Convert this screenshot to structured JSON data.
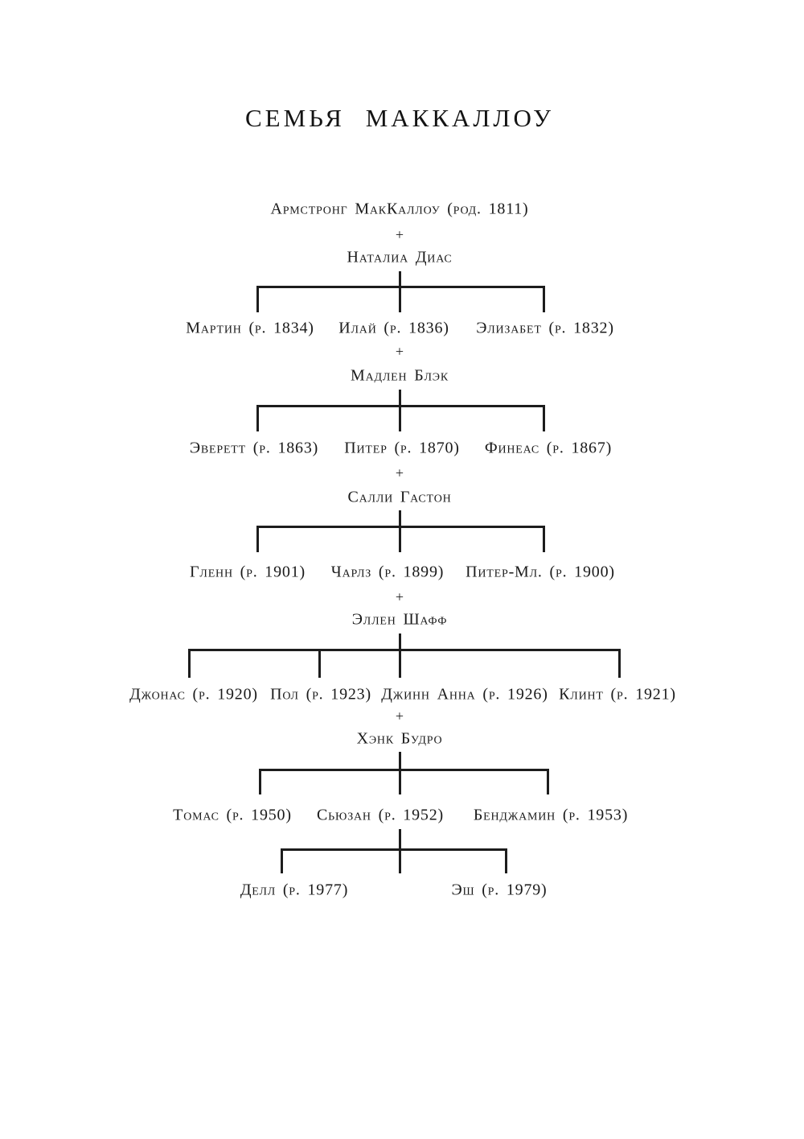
{
  "page": {
    "title": "СЕМЬЯ  МАККАЛЛОУ"
  },
  "plus": "+",
  "family": {
    "founder": "Армстронг МакКаллоу (род. 1811)",
    "founder_spouse": "Наталиа Диас",
    "generations": [
      {
        "children": [
          "Мартин (р. 1834)",
          "Илай (р. 1836)",
          "Элизабет (р. 1832)"
        ],
        "spouse": "Мадлен Блэк"
      },
      {
        "children": [
          "Эверетт (р. 1863)",
          "Питер (р. 1870)",
          "Финеас (р. 1867)"
        ],
        "spouse": "Салли Гастон"
      },
      {
        "children": [
          "Гленн (р. 1901)",
          "Чарлз (р. 1899)",
          "Питер-Мл. (р. 1900)"
        ],
        "spouse": "Эллен Шафф"
      },
      {
        "children": [
          "Джонас (р. 1920)",
          "Пол (р. 1923)",
          "Джинн Анна (р. 1926)",
          "Клинт (р. 1921)"
        ],
        "spouse": "Хэнк Будро"
      },
      {
        "children": [
          "Томас (р. 1950)",
          "Сьюзан (р. 1952)",
          "Бенджамин (р. 1953)"
        ]
      },
      {
        "children": [
          "Делл (р. 1977)",
          "Эш (р. 1979)"
        ]
      }
    ]
  }
}
